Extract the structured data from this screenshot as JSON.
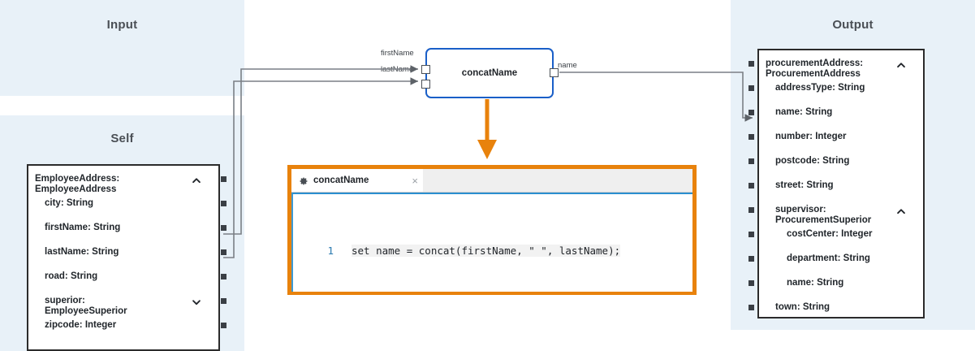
{
  "lanes": {
    "input": {
      "title": "Input"
    },
    "self": {
      "title": "Self"
    },
    "output": {
      "title": "Output"
    }
  },
  "self_box": {
    "header": "EmployeeAddress:\nEmployeeAddress",
    "header_caret": "chevron-up",
    "fields": [
      {
        "label": "city: String",
        "level": 1,
        "caret": ""
      },
      {
        "label": "firstName: String",
        "level": 1,
        "caret": ""
      },
      {
        "label": "lastName: String",
        "level": 1,
        "caret": ""
      },
      {
        "label": "road: String",
        "level": 1,
        "caret": ""
      },
      {
        "label": "superior:\nEmployeeSuperior",
        "level": 1,
        "caret": "chevron-down"
      },
      {
        "label": "zipcode: Integer",
        "level": 1,
        "caret": ""
      }
    ]
  },
  "output_box": {
    "header": "procurementAddress:\nProcurementAddress",
    "header_caret": "chevron-up",
    "fields": [
      {
        "label": "addressType: String",
        "level": 1,
        "caret": ""
      },
      {
        "label": "name: String",
        "level": 1,
        "caret": ""
      },
      {
        "label": "number: Integer",
        "level": 1,
        "caret": ""
      },
      {
        "label": "postcode: String",
        "level": 1,
        "caret": ""
      },
      {
        "label": "street: String",
        "level": 1,
        "caret": ""
      },
      {
        "label": "supervisor:\nProcurementSuperior",
        "level": 1,
        "caret": "chevron-up"
      },
      {
        "label": "costCenter: Integer",
        "level": 2,
        "caret": ""
      },
      {
        "label": "department: String",
        "level": 2,
        "caret": ""
      },
      {
        "label": "name: String",
        "level": 2,
        "caret": ""
      },
      {
        "label": "town: String",
        "level": 1,
        "caret": ""
      }
    ]
  },
  "function_node": {
    "name": "concatName",
    "inputs": [
      "firstName",
      "lastName"
    ],
    "outputs": [
      "name"
    ],
    "border_color": "#1a5fc8"
  },
  "editor": {
    "tab_title": "concatName",
    "tab_icon": "gear-icon",
    "close_label": "×",
    "line_number": "1",
    "code": "set name = concat(firstName, \" \", lastName);",
    "highlight_color": "#e8820c"
  }
}
